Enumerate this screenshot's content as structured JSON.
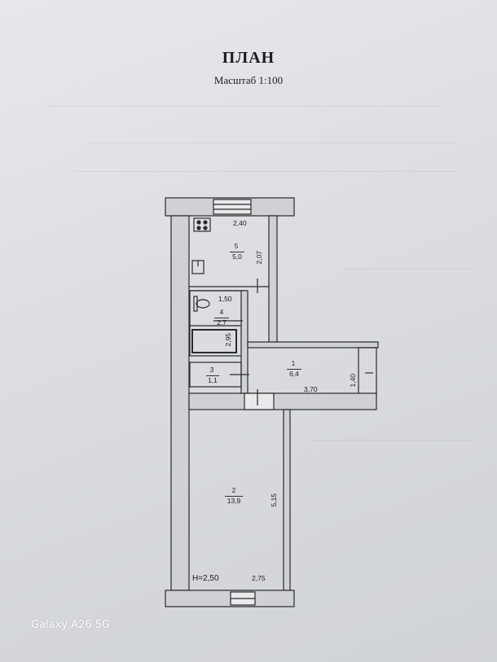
{
  "header": {
    "title": "ПЛАН",
    "scale": "Масштаб 1:100"
  },
  "rooms": [
    {
      "number": "5",
      "area": "5,0"
    },
    {
      "number": "4",
      "area": "2,7"
    },
    {
      "number": "3",
      "area": "1,1"
    },
    {
      "number": "1",
      "area": "6,4"
    },
    {
      "number": "2",
      "area": "13,9"
    }
  ],
  "dimensions": {
    "kitchen_width": "2,40",
    "kitchen_depth": "2,07",
    "toilet_width": "1,50",
    "bath_depth": "2,95",
    "hall_width": "3,70",
    "balcony_depth": "1,40",
    "living_depth": "5,15",
    "living_width": "2,75",
    "ceiling_height": "H=2,50"
  },
  "watermark": "Galaxy A26 5G"
}
